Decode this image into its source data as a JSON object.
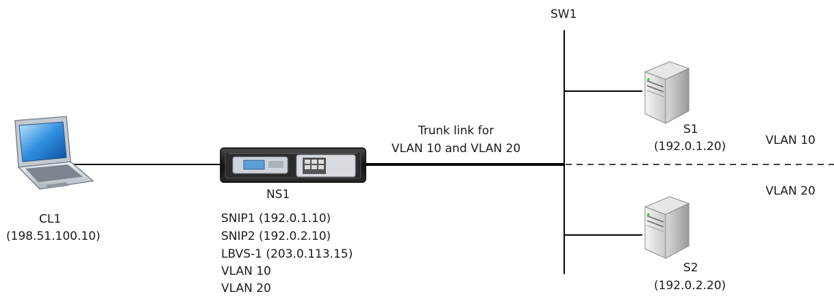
{
  "switch": {
    "label": "SW1"
  },
  "client": {
    "label": "CL1",
    "ip": "(198.51.100.10)"
  },
  "netscaler": {
    "label": "NS1",
    "details": [
      "SNIP1 (192.0.1.10)",
      "SNIP2 (192.0.2.10)",
      "LBVS-1 (203.0.113.15)",
      "VLAN 10",
      "VLAN 20"
    ]
  },
  "trunk": {
    "line1": "Trunk link for",
    "line2": "VLAN 10 and VLAN 20"
  },
  "server1": {
    "label": "S1",
    "ip": "(192.0.1.20)"
  },
  "server2": {
    "label": "S2",
    "ip": "(192.0.2.20)"
  },
  "vlans": {
    "top": "VLAN 10",
    "bottom": "VLAN 20"
  }
}
